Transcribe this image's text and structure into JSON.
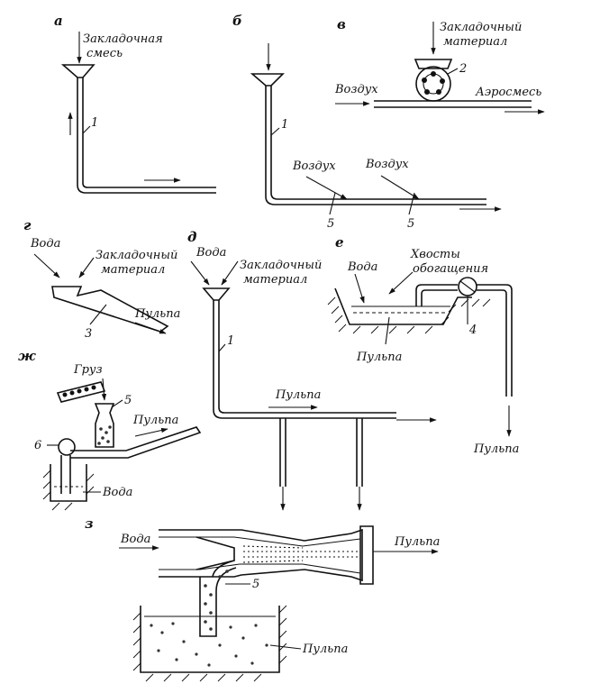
{
  "panels": {
    "a": {
      "letter": "а",
      "mix_label_1": "Закладочная",
      "mix_label_2": "смесь",
      "num_1": "1"
    },
    "b": {
      "letter": "б",
      "num_1": "1",
      "air_1": "Воздух",
      "air_2": "Воздух",
      "num_5a": "5",
      "num_5b": "5"
    },
    "v": {
      "letter": "в",
      "mat_1": "Закладочный",
      "mat_2": "материал",
      "air": "Воздух",
      "aero": "Аэросмесь",
      "num_2": "2"
    },
    "g": {
      "letter": "г",
      "water": "Вода",
      "mat_1": "Закладочный",
      "mat_2": "материал",
      "pulp": "Пульпа",
      "num_3": "3"
    },
    "d": {
      "letter": "д",
      "water": "Вода",
      "mat_1": "Закладочный",
      "mat_2": "материал",
      "pulp": "Пульпа",
      "num_1": "1"
    },
    "e": {
      "letter": "е",
      "water": "Вода",
      "tails_1": "Хвосты",
      "tails_2": "обогащения",
      "pulp_inner": "Пульпа",
      "pulp_out": "Пульпа",
      "num_4": "4"
    },
    "zh": {
      "letter": "ж",
      "load": "Груз",
      "num_5": "5",
      "pulp": "Пульпа",
      "num_6": "6",
      "water": "Вода"
    },
    "z": {
      "letter": "з",
      "water": "Вода",
      "pulp_out": "Пульпа",
      "num_5": "5",
      "pulp_tank": "Пульпа"
    }
  }
}
